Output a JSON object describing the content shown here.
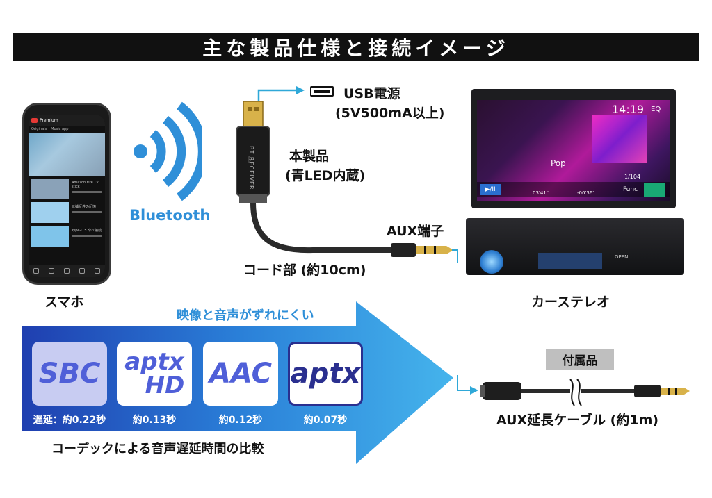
{
  "header": {
    "title": "主な製品仕様と接続イメージ"
  },
  "labels": {
    "usb_power_line1": "USB電源",
    "usb_power_line2": "(5V500mA以上)",
    "product_line1": "本製品",
    "product_line2": "(青LED内蔵)",
    "bluetooth": "Bluetooth",
    "aux_port": "AUX端子",
    "cord": "コード部 (約10cm)",
    "smartphone": "スマホ",
    "car_stereo": "カーステレオ",
    "accessory_tag": "付属品",
    "aux_cable": "AUX延長ケーブル (約1m)",
    "receiver_print": "BT RECEIVER"
  },
  "phone_screen": {
    "app": "Premium",
    "tabs": [
      "Originals",
      "Music app"
    ],
    "items": [
      "Amazon Fire TV stick",
      "三補証件の記憶",
      "Type-C 5 やれ接続"
    ]
  },
  "stereo_screen": {
    "time": "14:19",
    "genre": "Pop",
    "track": "1/104",
    "elapsed": "03'41\"",
    "remaining": "-00'36\"",
    "eq": "EQ",
    "func": "Func",
    "play_icon": "▶/II",
    "panel_text": "OPEN"
  },
  "codec_comparison": {
    "heading": "映像と音声がずれにくい",
    "caption": "コーデックによる音声遅延時間の比較",
    "codecs": [
      {
        "name": "SBC",
        "latency": "遅延：約0.22秒"
      },
      {
        "name": "aptx HD",
        "line1": "aptx",
        "line2": "HD",
        "latency": "約0.13秒"
      },
      {
        "name": "AAC",
        "latency": "約0.12秒"
      },
      {
        "name": "aptx",
        "latency": "約0.07秒"
      }
    ]
  },
  "colors": {
    "banner_bg": "#111111",
    "accent_blue": "#2f8fd8",
    "codec_text": "#4f5fd8",
    "arrow_dark": "#1f3fb0",
    "arrow_light": "#45b4ec"
  },
  "icons": [
    "wifi-signal-icon",
    "usb-port-icon",
    "bluetooth-icon",
    "arrow-right-icon"
  ]
}
